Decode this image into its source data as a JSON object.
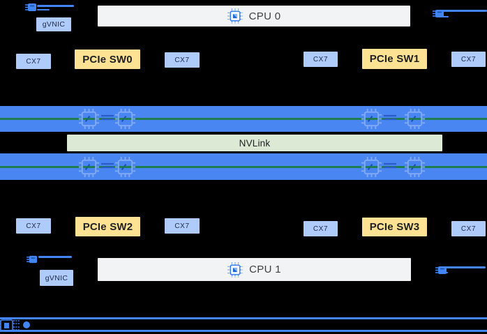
{
  "labels": {
    "cpus": [
      "CPU 0",
      "CPU 1"
    ],
    "pcie_switches": [
      "PCIe SW0",
      "PCIe SW1",
      "PCIe SW2",
      "PCIe SW3"
    ],
    "cx7_nics": [
      "CX7",
      "CX7",
      "CX7",
      "CX7",
      "CX7",
      "CX7",
      "CX7",
      "CX7"
    ],
    "gvnic": [
      "gVNIC",
      "gVNIC"
    ],
    "nvlink": "NVLink"
  },
  "icons": {
    "cpu_chip": "processor-chip-icon",
    "gpu_chip": "gpu-chip-icon",
    "nic_port": "network-port-icon",
    "bottom_chip": "chip-icon",
    "bottom_dot": "node-dot"
  },
  "colors": {
    "background": "#000000",
    "gpu_bar_blue": "#4a86f2",
    "link_green_line": "#1e7e4f",
    "nvlink_green": "#dcead5",
    "nic_light_blue": "#aecbfa",
    "pcie_yellow": "#fde293",
    "cpu_gray": "#f1f3f4",
    "icon_blue": "#4285f4"
  }
}
